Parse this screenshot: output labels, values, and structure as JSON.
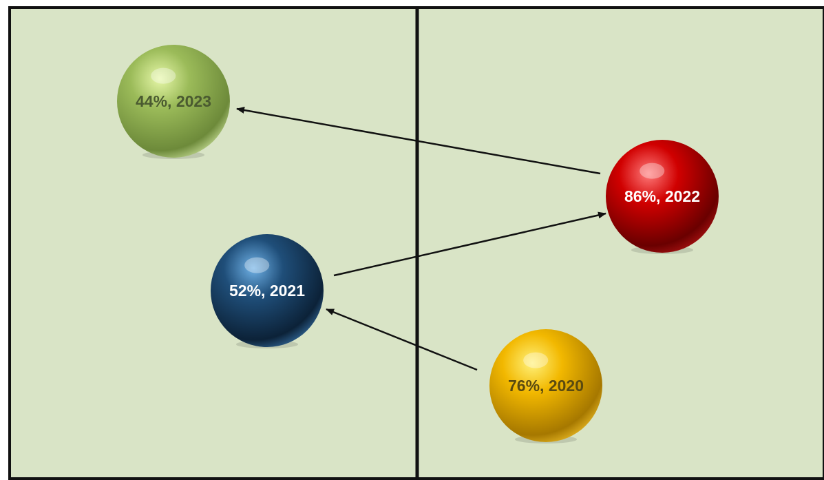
{
  "diagram": {
    "background_color": "#d9e4c6",
    "border_color": "#111111",
    "arrow_color": "#111111",
    "nodes": [
      {
        "id": "y2023",
        "label": "44%, 2023",
        "color": "#9bbb59",
        "text_color": "#4a5a30"
      },
      {
        "id": "y2022",
        "label": "86%, 2022",
        "color": "#c00000",
        "text_color": "#ffffff"
      },
      {
        "id": "y2021",
        "label": "52%, 2021",
        "color": "#1f4e79",
        "text_color": "#ffffff"
      },
      {
        "id": "y2020",
        "label": "76%, 2020",
        "color": "#f0b400",
        "text_color": "#5a4a10"
      }
    ],
    "arrows": [
      {
        "from": "y2020",
        "to": "y2021"
      },
      {
        "from": "y2021",
        "to": "y2022"
      },
      {
        "from": "y2022",
        "to": "y2023"
      }
    ]
  }
}
